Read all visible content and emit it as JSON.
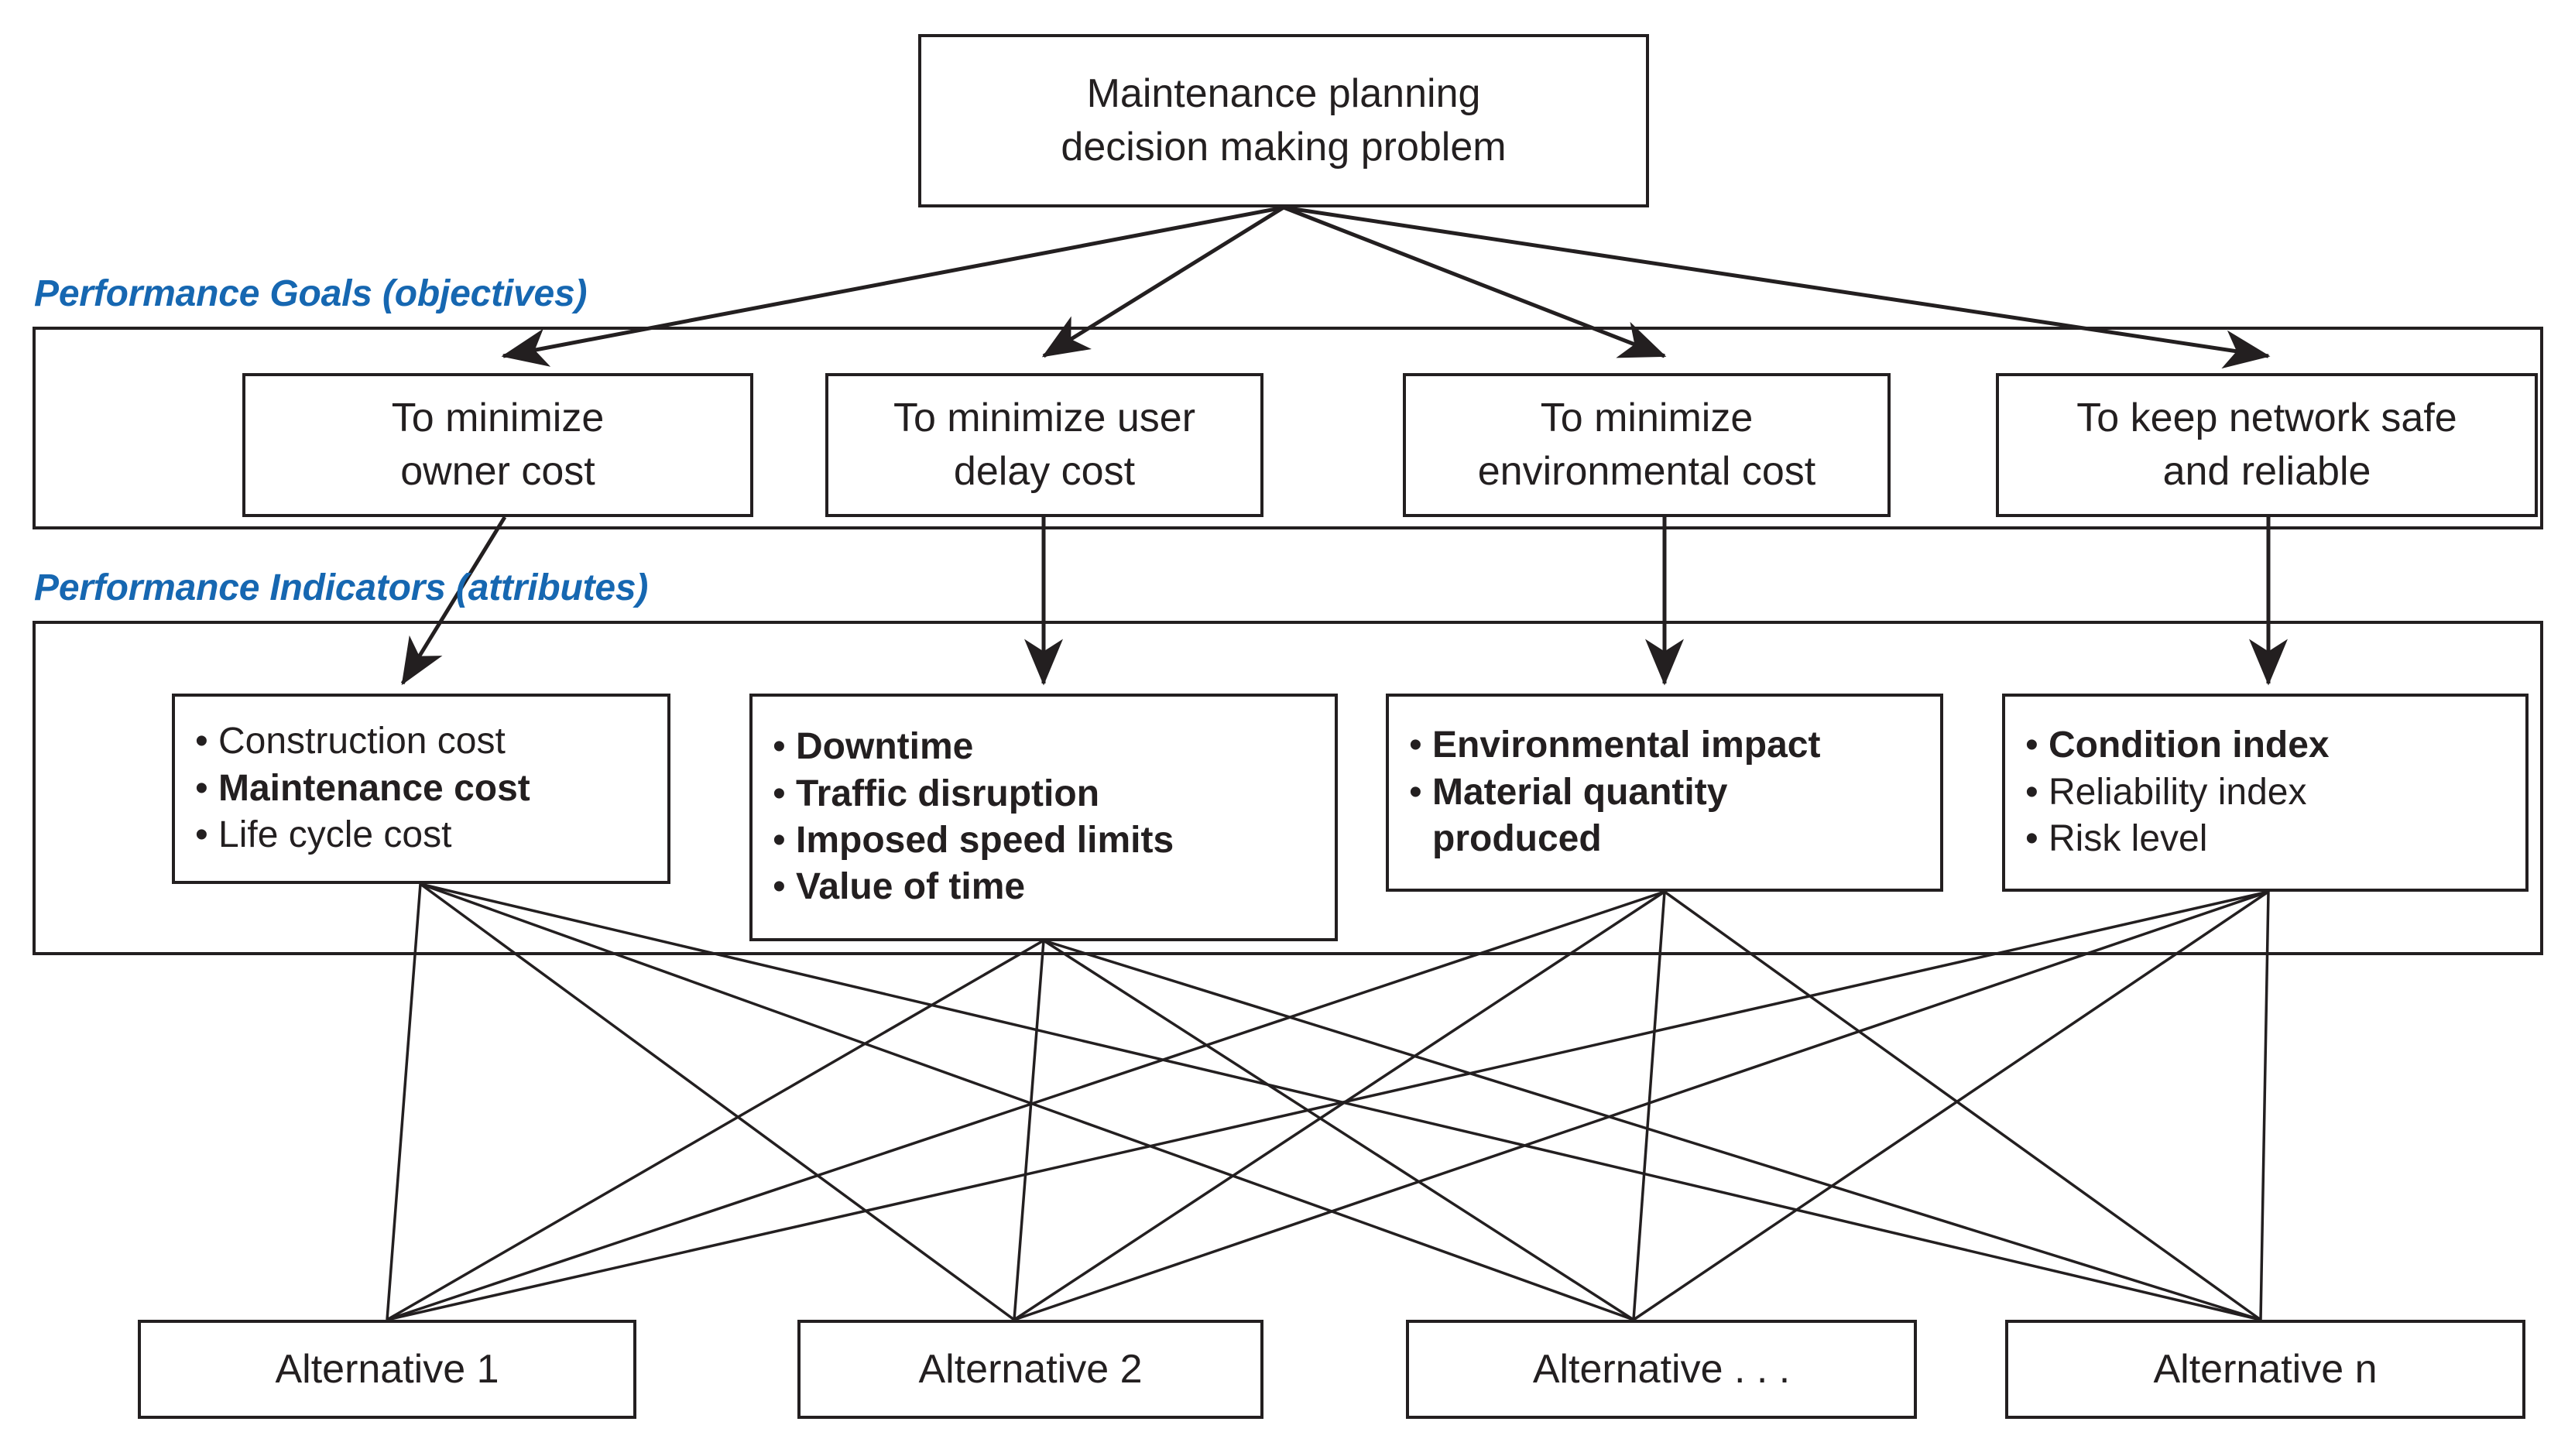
{
  "diagram": {
    "title": "Maintenance planning decision making problem hierarchy",
    "colors": {
      "line": "#231f20",
      "section_label": "#1667b1",
      "box_fill": "#ffffff",
      "background": "#ffffff"
    },
    "root": {
      "line1": "Maintenance planning",
      "line2": "decision making problem"
    },
    "sections": [
      {
        "key": "goals",
        "label": "Performance Goals (objectives)"
      },
      {
        "key": "indicators",
        "label": "Performance Indicators (attributes)"
      }
    ],
    "goals": [
      {
        "line1": "To minimize",
        "line2": "owner cost"
      },
      {
        "line1": "To minimize user",
        "line2": "delay cost"
      },
      {
        "line1": "To minimize",
        "line2": "environmental cost"
      },
      {
        "line1": "To keep network safe",
        "line2": "and reliable"
      }
    ],
    "indicators": [
      {
        "items": [
          {
            "text": "Construction cost",
            "bold": false
          },
          {
            "text": "Maintenance cost",
            "bold": true
          },
          {
            "text": "Life cycle cost",
            "bold": false
          }
        ]
      },
      {
        "items": [
          {
            "text": "Downtime",
            "bold": true
          },
          {
            "text": "Traffic disruption",
            "bold": true
          },
          {
            "text": "Imposed speed limits",
            "bold": true
          },
          {
            "text": "Value of time",
            "bold": true
          }
        ]
      },
      {
        "items": [
          {
            "text": "Environmental impact",
            "bold": true
          },
          {
            "text": "Material quantity produced",
            "bold": true
          }
        ]
      },
      {
        "items": [
          {
            "text": "Condition index",
            "bold": true
          },
          {
            "text": "Reliability index",
            "bold": false
          },
          {
            "text": "Risk level",
            "bold": false
          }
        ]
      }
    ],
    "alternatives": [
      {
        "label": "Alternative 1"
      },
      {
        "label": "Alternative 2"
      },
      {
        "label": "Alternative . . ."
      },
      {
        "label": "Alternative n"
      }
    ],
    "bullet_glyph": "•"
  }
}
